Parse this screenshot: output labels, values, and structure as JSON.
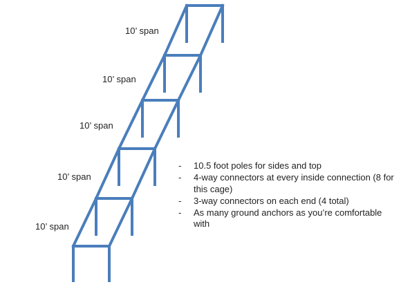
{
  "frame_color": "#4a7ebb",
  "span_labels": [
    "10’ span",
    "10’ span",
    "10’ span",
    "10’ span",
    "10’ span"
  ],
  "notes": {
    "bullet": "-",
    "items": [
      "10.5 foot poles for sides and top",
      "4-way connectors at every inside connection (8 for this cage)",
      "3-way connectors on each end (4 total)",
      "As many ground anchors as you’re comfortable with"
    ]
  }
}
